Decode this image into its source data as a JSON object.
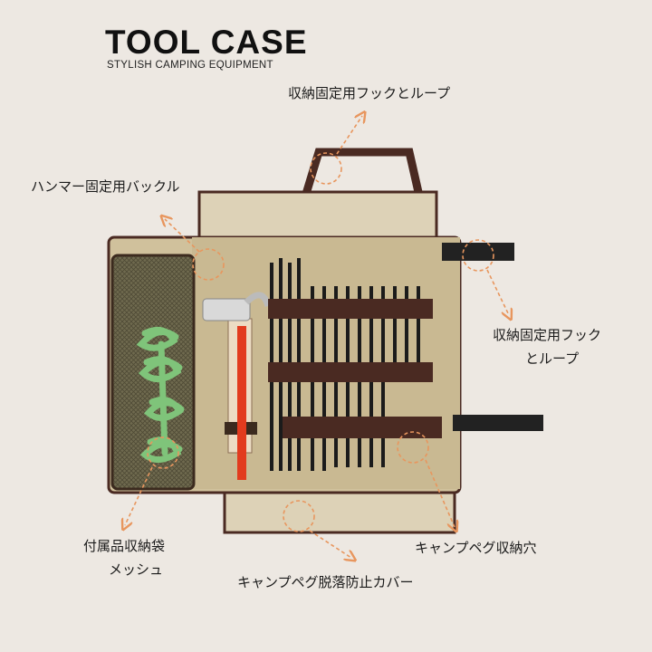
{
  "header": {
    "title": "TOOL CASE",
    "subtitle": "STYLISH CAMPING EQUIPMENT"
  },
  "callouts": {
    "storage_hook_top": "収納固定用フックとループ",
    "hammer_buckle": "ハンマー固定用バックル",
    "storage_hook_right_line1": "収納固定用フック",
    "storage_hook_right_line2": "とループ",
    "accessory_pouch_line1": "付属品収納袋",
    "accessory_pouch_line2": "メッシュ",
    "peg_slots": "キャンプペグ収納穴",
    "peg_cover": "キャンプペグ脱落防止カバー"
  },
  "colors": {
    "background": "#ede8e2",
    "canvas": "#ddd2b7",
    "trim": "#4a2a22",
    "callout_arrow": "#e8965e"
  }
}
